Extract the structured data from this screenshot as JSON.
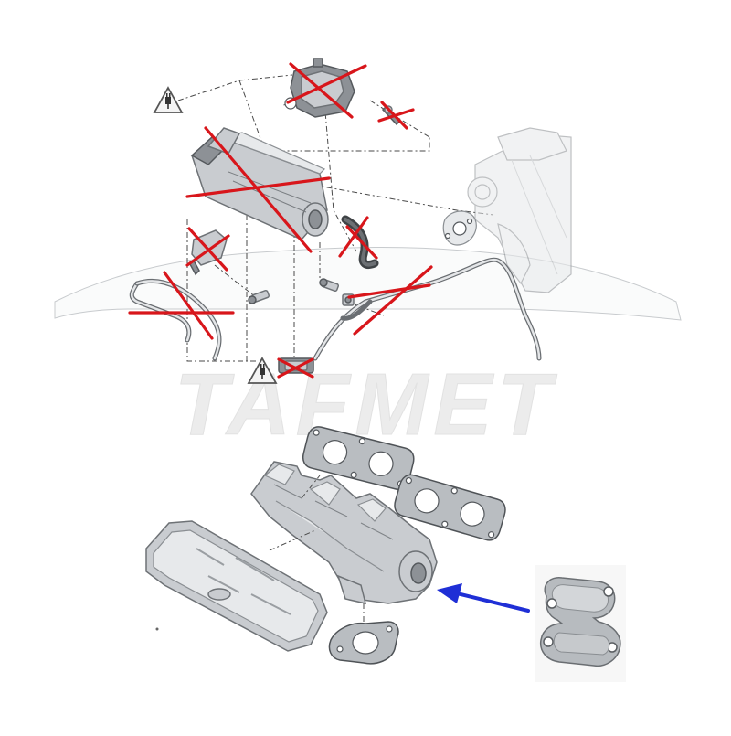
{
  "watermark": {
    "text": "TAFMET",
    "color": "#e9e9e9"
  },
  "colors": {
    "cross_mark": "#d8161b",
    "arrow": "#1f2fd6",
    "metal": "#c9ccd0"
  },
  "icons": {
    "warning_top": "warning-triangle-plug-icon",
    "warning_bottom": "warning-triangle-plug-icon"
  },
  "removed_parts": [
    "egr-valve-actuator",
    "egr-cooler",
    "egr-sensor",
    "coolant-hose",
    "vacuum-fitting",
    "connecting-pipe-left",
    "connecting-pipe-right",
    "pipe-clamp"
  ],
  "kept_parts": [
    "exhaust-manifold",
    "heat-shield",
    "manifold-gaskets",
    "flange-gasket",
    "egr-blanking-plate"
  ]
}
